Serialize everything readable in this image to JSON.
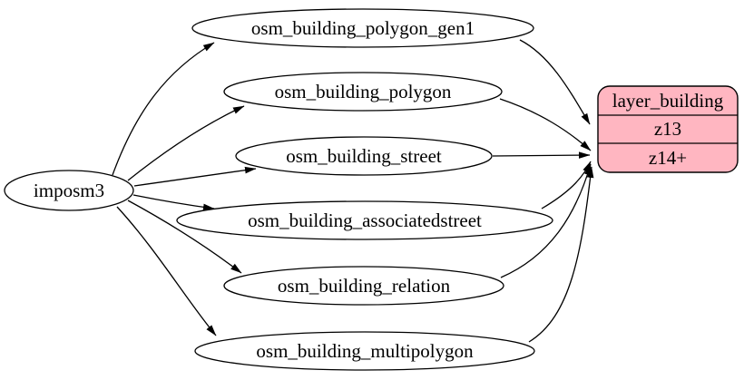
{
  "diagram": {
    "type": "digraph-flow",
    "colors": {
      "background": "#ffffff",
      "edge": "#000000",
      "node_fill": "#ffffff",
      "node_stroke": "#000000",
      "text": "#000000",
      "layer_fill": "#ffb6c1"
    },
    "source_node": {
      "label": "imposm3"
    },
    "tables": [
      {
        "label": "osm_building_polygon_gen1"
      },
      {
        "label": "osm_building_polygon"
      },
      {
        "label": "osm_building_street"
      },
      {
        "label": "osm_building_associatedstreet"
      },
      {
        "label": "osm_building_relation"
      },
      {
        "label": "osm_building_multipolygon"
      }
    ],
    "layer": {
      "title": "layer_building",
      "rows": [
        {
          "label": "z13"
        },
        {
          "label": "z14+"
        }
      ]
    },
    "edges": [
      {
        "from": "imposm3",
        "to": "osm_building_polygon_gen1"
      },
      {
        "from": "imposm3",
        "to": "osm_building_polygon"
      },
      {
        "from": "imposm3",
        "to": "osm_building_street"
      },
      {
        "from": "imposm3",
        "to": "osm_building_associatedstreet"
      },
      {
        "from": "imposm3",
        "to": "osm_building_relation"
      },
      {
        "from": "imposm3",
        "to": "osm_building_multipolygon"
      },
      {
        "from": "osm_building_polygon_gen1",
        "to": "layer_building:z13"
      },
      {
        "from": "osm_building_polygon",
        "to": "layer_building:z14+"
      },
      {
        "from": "osm_building_street",
        "to": "layer_building:z14+"
      },
      {
        "from": "osm_building_associatedstreet",
        "to": "layer_building:z14+"
      },
      {
        "from": "osm_building_relation",
        "to": "layer_building:z14+"
      },
      {
        "from": "osm_building_multipolygon",
        "to": "layer_building:z14+"
      }
    ]
  }
}
